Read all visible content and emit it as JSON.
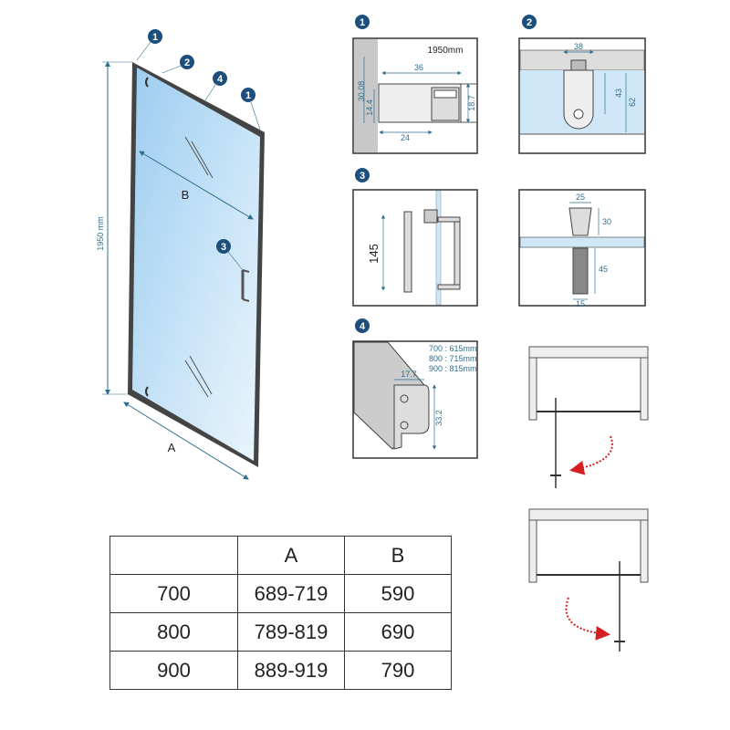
{
  "door": {
    "height_label": "1950 mm",
    "width_label_b": "B",
    "width_label_a": "A"
  },
  "callouts": [
    "1",
    "2",
    "4",
    "1",
    "3"
  ],
  "panels": {
    "p1": {
      "badge": "1",
      "title": "1950mm",
      "dims": [
        "36",
        "30.08",
        "14.4",
        "18.7",
        "24"
      ]
    },
    "p2": {
      "badge": "2",
      "dims": [
        "38",
        "43",
        "62"
      ]
    },
    "p3": {
      "badge": "3",
      "dims": [
        "145"
      ]
    },
    "p3b": {
      "dims": [
        "25",
        "30",
        "45",
        "15"
      ]
    },
    "p4": {
      "badge": "4",
      "sizes": [
        "700 : 615mm",
        "800 : 715mm",
        "900 : 815mm"
      ],
      "dims": [
        "17.7",
        "33.2"
      ]
    }
  },
  "table": {
    "headers": [
      "",
      "A",
      "B"
    ],
    "rows": [
      [
        "700",
        "689-719",
        "590"
      ],
      [
        "800",
        "789-819",
        "690"
      ],
      [
        "900",
        "889-919",
        "790"
      ]
    ]
  },
  "colors": {
    "badge": "#1d4f7c",
    "dim": "#2f6f8f",
    "glass": "#8fc3ea",
    "arrow": "#d42020"
  }
}
